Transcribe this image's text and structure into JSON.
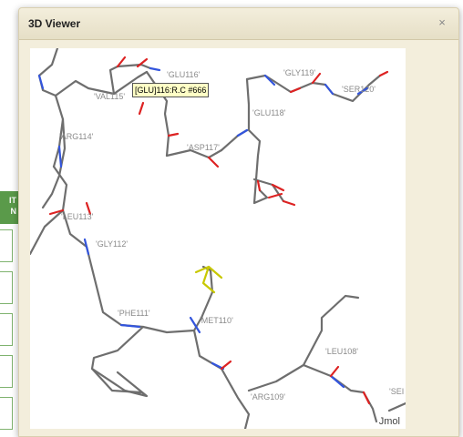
{
  "dialog": {
    "title": "3D Viewer",
    "close_glyph": "×"
  },
  "background": {
    "header_line1": "IT",
    "header_line2": "N"
  },
  "viewer": {
    "tooltip": "[GLU]116:R.C #666",
    "brand": "Jmol",
    "residues": [
      {
        "key": "glu116",
        "label": "'GLU116'"
      },
      {
        "key": "gly119",
        "label": "'GLY119'"
      },
      {
        "key": "ser120",
        "label": "'SER120'"
      },
      {
        "key": "val115",
        "label": "'VAL115'"
      },
      {
        "key": "arg114",
        "label": "'ARG114'"
      },
      {
        "key": "glu118",
        "label": "'GLU118'"
      },
      {
        "key": "asp117",
        "label": "'ASP117'"
      },
      {
        "key": "leu113",
        "label": "'LEU113'"
      },
      {
        "key": "gly112",
        "label": "'GLY112'"
      },
      {
        "key": "phe111",
        "label": "'PHE111'"
      },
      {
        "key": "met110",
        "label": "'MET110'"
      },
      {
        "key": "leu108",
        "label": "'LEU108'"
      },
      {
        "key": "arg109",
        "label": "'ARG109'"
      },
      {
        "key": "ser",
        "label": "'SEI"
      }
    ]
  },
  "colors": {
    "carbon": "#6e6e6e",
    "nitrogen": "#3355dd",
    "oxygen": "#dd2222",
    "sulfur": "#c8c800",
    "tooltip_bg": "#ffffc6",
    "dialog_bg": "#f3eedc",
    "header_green": "#5a9a4a"
  }
}
